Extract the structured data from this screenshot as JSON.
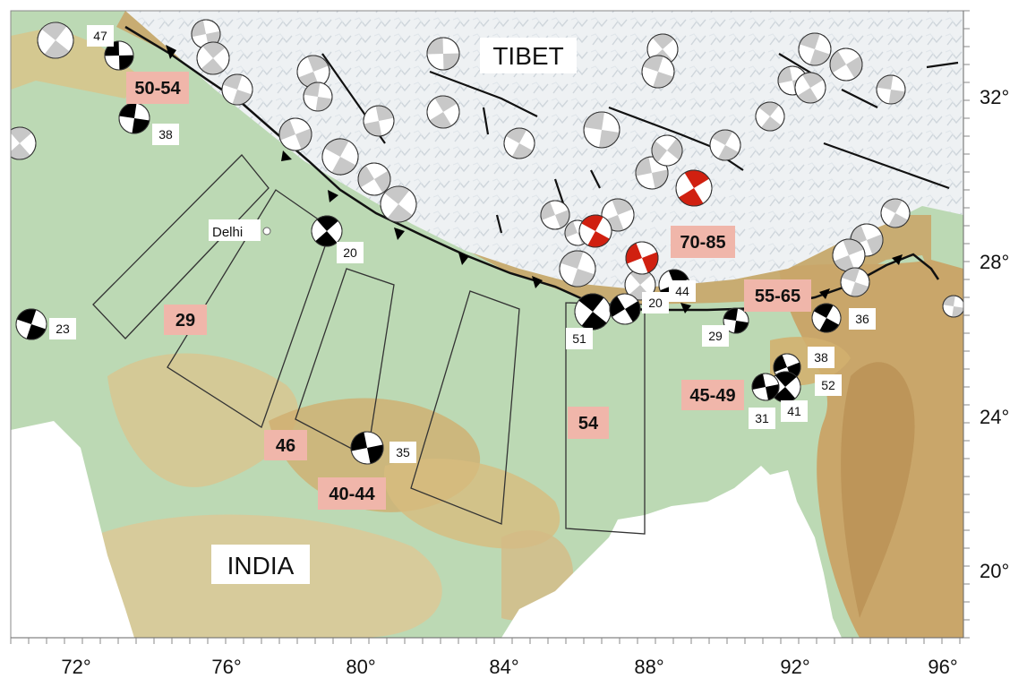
{
  "regions": {
    "north": "TIBET",
    "south": "INDIA"
  },
  "city": "Delhi",
  "x_ticks": [
    "72°",
    "76°",
    "80°",
    "84°",
    "88°",
    "92°",
    "96°"
  ],
  "y_ticks": [
    "32°",
    "28°",
    "24°",
    "20°"
  ],
  "zone_labels": [
    "50-54",
    "29",
    "46",
    "40-44",
    "54",
    "70-85",
    "55-65",
    "45-49"
  ],
  "depth_labels": [
    "47",
    "38",
    "23",
    "20",
    "35",
    "51",
    "20",
    "44",
    "29",
    "36",
    "38",
    "52",
    "31",
    "41"
  ],
  "colors": {
    "plain": "#bcd9b4",
    "plateau": "#eef1f3",
    "highland": "#c9a66a",
    "label_bg": "#f0b6aa",
    "beachball_dark": "#000000",
    "beachball_grey": "#c8c8c8",
    "beachball_red": "#d02010"
  },
  "icons": [
    "thrust-triangle-icon",
    "focal-mechanism-icon",
    "city-marker-icon"
  ]
}
